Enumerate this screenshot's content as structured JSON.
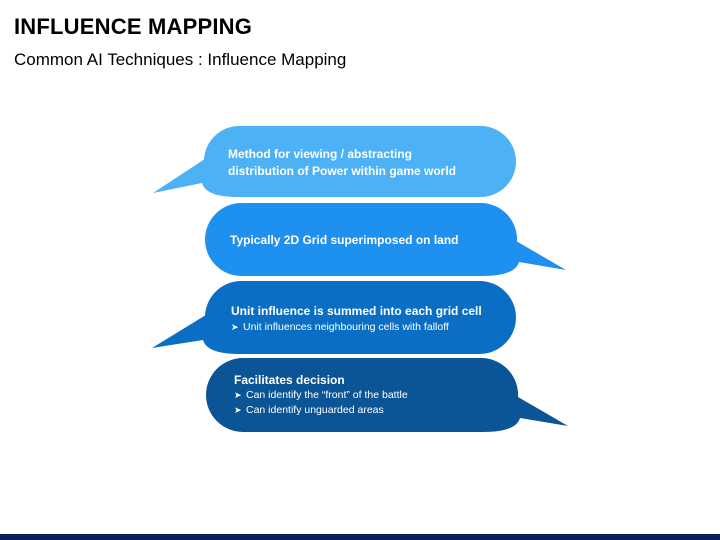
{
  "header": {
    "title": "INFLUENCE MAPPING",
    "subtitle": "Common AI Techniques : Influence Mapping"
  },
  "bubbles": [
    {
      "color": "#4DB1F5",
      "lines": [
        "Method for viewing / abstracting",
        "distribution of Power within game world"
      ],
      "bullets": []
    },
    {
      "color": "#1E90F0",
      "lines": [
        "Typically 2D Grid superimposed on land"
      ],
      "bullets": []
    },
    {
      "color": "#0A6FC4",
      "lines": [
        "Unit influence is summed into each grid cell"
      ],
      "bullets": [
        "Unit influences neighbouring cells with falloff"
      ]
    },
    {
      "color": "#0B5596",
      "lines": [
        "Facilitates decision"
      ],
      "bullets": [
        "Can identify the “front” of the battle",
        "Can identify unguarded areas"
      ]
    }
  ],
  "bullet_icon": "arrow-bullet-icon",
  "colors": {
    "bottom_bar": "#0A1E5A"
  }
}
